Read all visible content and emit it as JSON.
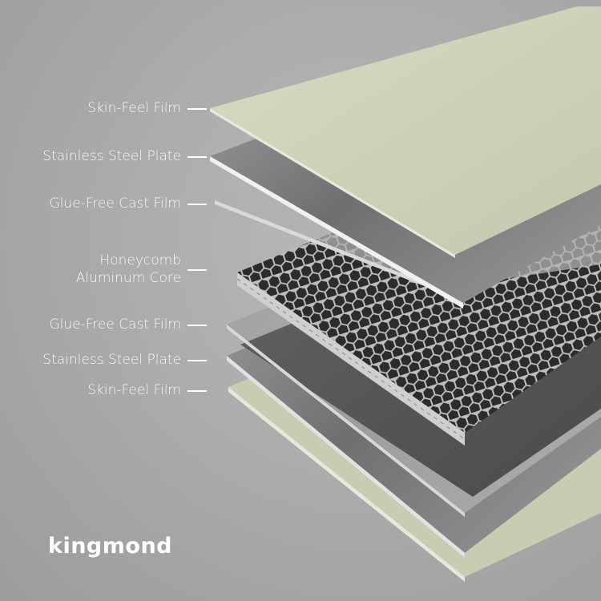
{
  "layers": [
    {
      "label": "Skin-Feel Film"
    },
    {
      "label": "Stainless Steel Plate"
    },
    {
      "label": "Glue-Free Cast Film"
    },
    {
      "label": "Honeycomb\nAluminum  Core"
    },
    {
      "label": "Glue-Free Cast Film"
    },
    {
      "label": "Stainless Steel Plate"
    },
    {
      "label": "Skin-Feel Film"
    }
  ],
  "brand": {
    "name": "kingmond"
  },
  "colors": {
    "skin_film": "#cdd3b8",
    "steel": "#8e8e90",
    "cast_film": "#a4a4a6",
    "honeycomb": "#4a4a4c",
    "background": "#aaaaaa"
  }
}
